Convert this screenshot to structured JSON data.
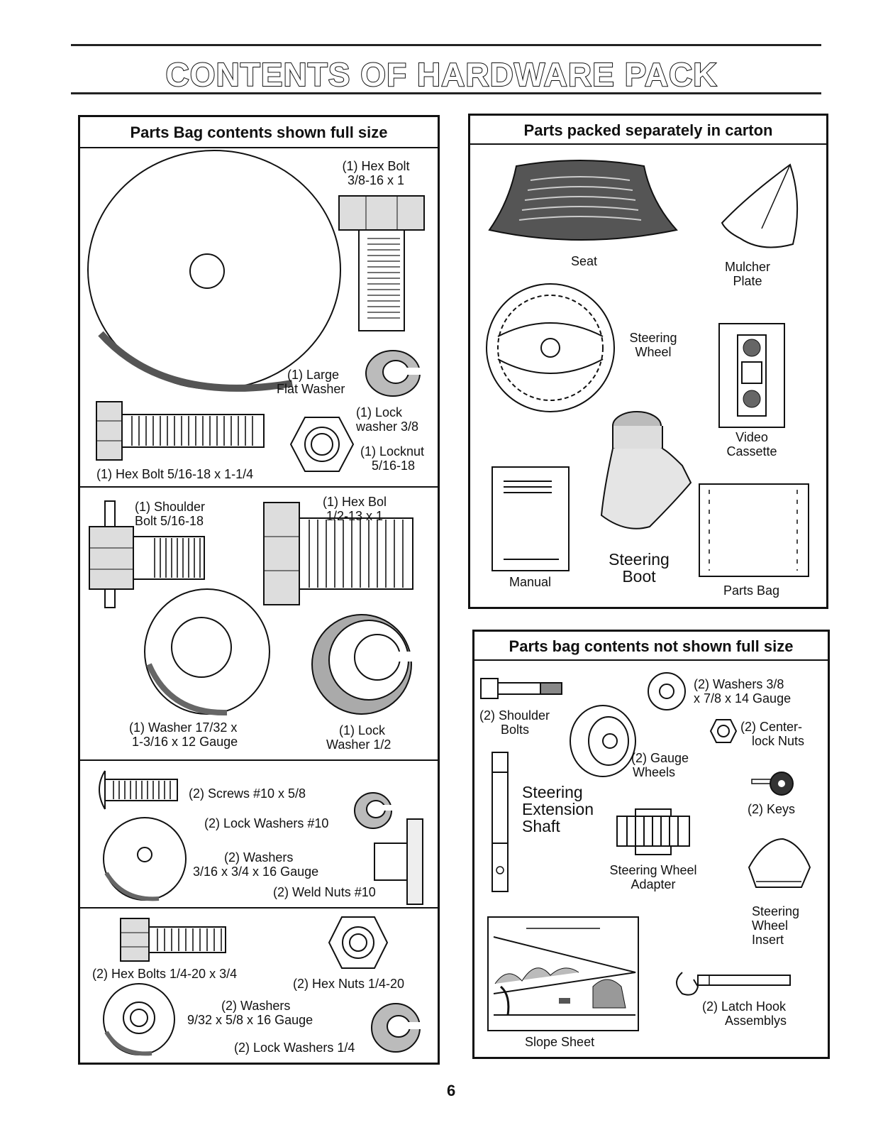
{
  "title": "CONTENTS OF HARDWARE PACK",
  "left_panel": {
    "header": "Parts Bag contents shown full size",
    "items": {
      "hex_bolt_38": [
        "(1) Hex Bolt",
        "3/8-16 x 1"
      ],
      "large_washer": [
        "(1) Large",
        "Flat Washer"
      ],
      "lock_washer_38": [
        "(1) Lock",
        "washer  3/8"
      ],
      "locknut": [
        "(1) Locknut",
        "5/16-18"
      ],
      "hex_bolt_516": "(1) Hex Bolt  5/16-18 x 1-1/4",
      "shoulder_bolt": [
        "(1) Shoulder",
        "Bolt  5/16-18"
      ],
      "hex_bolt_12": [
        "(1) Hex Bol",
        "1/2-13 x 1"
      ],
      "washer_1732": [
        "(1) Washer  17/32 x",
        "1-3/16 x 12 Gauge"
      ],
      "lock_washer_12": [
        "(1) Lock",
        "Washer  1/2"
      ],
      "screws_10": "(2) Screws  #10 x 5/8",
      "lock_washers_10": "(2) Lock Washers  #10",
      "washers_316": [
        "(2) Washers",
        "3/16 x 3/4 x 16 Gauge"
      ],
      "weld_nuts": "(2) Weld Nuts  #10",
      "hex_bolts_14": "(2) Hex Bolts  1/4-20 x 3/4",
      "hex_nuts_14": "(2) Hex Nuts  1/4-20",
      "washers_932": [
        "(2) Washers",
        "9/32  x 5/8 x 16 Gauge"
      ],
      "lock_washers_14": "(2) Lock Washers  1/4"
    }
  },
  "right_top": {
    "header": "Parts packed separately in carton",
    "items": {
      "seat": "Seat",
      "mulcher_plate": [
        "Mulcher",
        "Plate"
      ],
      "steering_wheel": [
        "Steering",
        "Wheel"
      ],
      "video_cassette": [
        "Video",
        "Cassette"
      ],
      "manual": "Manual",
      "steering_boot": [
        "Steering",
        "Boot"
      ],
      "parts_bag": "Parts Bag"
    }
  },
  "right_bottom": {
    "header": "Parts bag contents not shown full size",
    "items": {
      "washers_38": [
        "(2) Washers  3/8",
        "x 7/8 x 14 Gauge"
      ],
      "shoulder_bolts": [
        "(2) Shoulder",
        "Bolts"
      ],
      "center_lock_nuts": [
        "(2) Center-",
        "lock Nuts"
      ],
      "gauge_wheels": [
        "(2) Gauge",
        "Wheels"
      ],
      "keys": "(2) Keys",
      "steering_ext_shaft": [
        "Steering",
        "Extension",
        "Shaft"
      ],
      "steering_wheel_adapter": [
        "Steering Wheel",
        "Adapter"
      ],
      "steering_wheel_insert": [
        "Steering",
        "Wheel",
        "Insert"
      ],
      "slope_sheet": "Slope Sheet",
      "latch_hook": [
        "(2) Latch Hook",
        "Assemblys"
      ]
    }
  },
  "page_number": "6"
}
